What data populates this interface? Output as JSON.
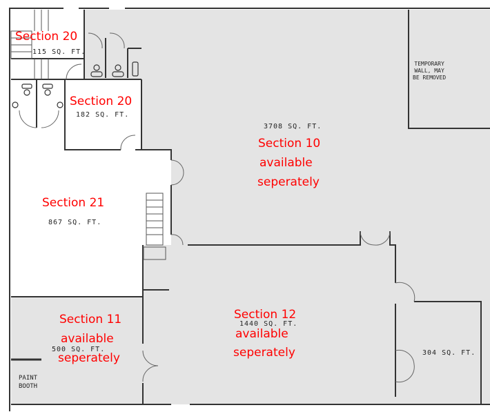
{
  "colors": {
    "label": "#ff0000",
    "available_fill": "#e4e4e4",
    "leased_fill": "#ffffff",
    "wall": "#333333"
  },
  "rooms": [
    {
      "id": "s20a",
      "title": "Section 20",
      "area": "115 SQ. FT."
    },
    {
      "id": "s20b",
      "title": "Section 20",
      "area": "182 SQ. FT."
    },
    {
      "id": "s10",
      "title": "Section 10",
      "line2": "available",
      "line3": "seperately",
      "area": "3708 SQ. FT."
    },
    {
      "id": "s21",
      "title": "Section 21",
      "area": "867 SQ. FT."
    },
    {
      "id": "s11",
      "title": "Section 11",
      "line2": "available",
      "line3": "seperately",
      "area": "500 SQ. FT."
    },
    {
      "id": "s12",
      "title": "Section 12",
      "line2": "available",
      "line3": "seperately",
      "area": "1440 SQ. FT."
    },
    {
      "id": "r304",
      "area": "304 SQ. FT."
    }
  ],
  "notes": {
    "temp_wall": [
      "TEMPORARY",
      "WALL, MAY",
      "BE REMOVED"
    ],
    "paint_booth": [
      "PAINT",
      "BOOTH"
    ]
  }
}
